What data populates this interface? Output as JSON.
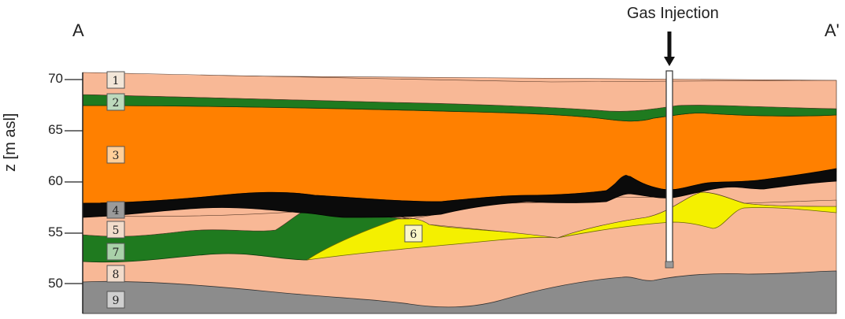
{
  "section_start_label": "A",
  "section_end_label": "A'",
  "injection_label": "Gas Injection",
  "y_axis": {
    "label": "z [m asl]",
    "ticks": [
      "70",
      "65",
      "60",
      "55",
      "50"
    ]
  },
  "layers": [
    {
      "id": "1",
      "color": "#f8b896"
    },
    {
      "id": "2",
      "color": "#1f7a1f"
    },
    {
      "id": "3",
      "color": "#ff8000"
    },
    {
      "id": "4",
      "color": "#0b0b0b"
    },
    {
      "id": "5",
      "color": "#f8b896"
    },
    {
      "id": "6",
      "color": "#f4f000"
    },
    {
      "id": "7",
      "color": "#1f7a1f"
    },
    {
      "id": "8",
      "color": "#f8b896"
    },
    {
      "id": "9",
      "color": "#8c8c8c"
    }
  ]
}
